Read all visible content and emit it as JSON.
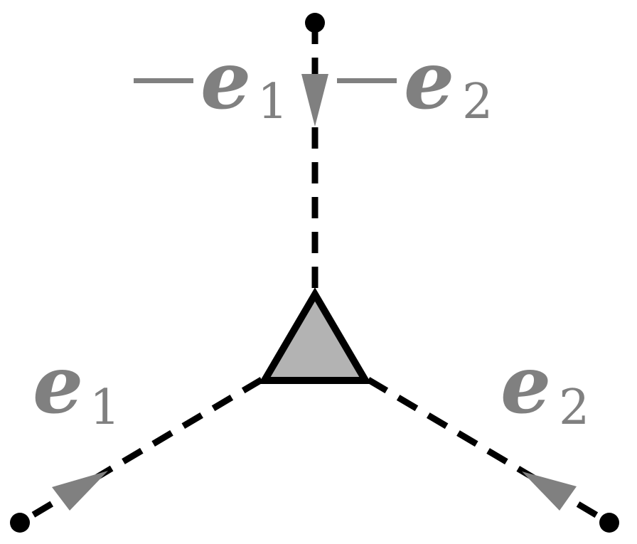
{
  "diagram": {
    "colors": {
      "line": "#000000",
      "arrow": "#808080",
      "triangle_fill": "#b3b3b3",
      "label": "#808080"
    },
    "labels": {
      "top": {
        "part1_symbol": "e",
        "part1_subscript": "1",
        "part2_symbol": "e",
        "part2_subscript": "2"
      },
      "left": {
        "symbol": "e",
        "subscript": "1"
      },
      "right": {
        "symbol": "e",
        "subscript": "2"
      }
    }
  }
}
